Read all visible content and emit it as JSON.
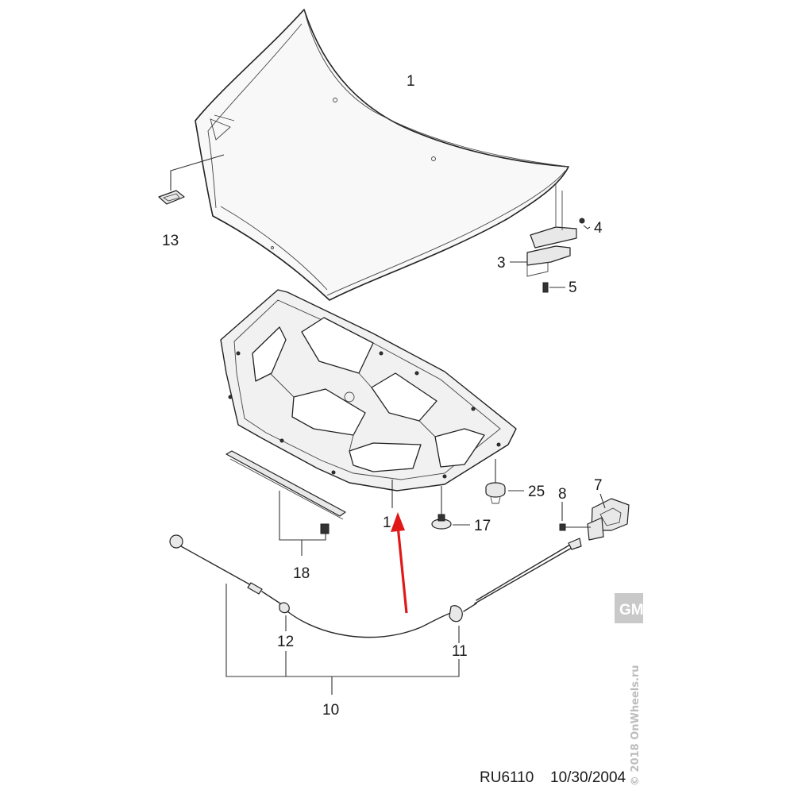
{
  "callouts": {
    "c1_hood": "1",
    "c1_insulator": "1",
    "c3": "3",
    "c4": "4",
    "c5": "5",
    "c7": "7",
    "c8": "8",
    "c10": "10",
    "c11": "11",
    "c12": "12",
    "c13": "13",
    "c17": "17",
    "c18": "18",
    "c25": "25"
  },
  "footer": {
    "code": "RU6110",
    "date": "10/30/2004"
  },
  "watermark": {
    "copyright": "© 2018 OnWheels.ru",
    "logo": "GM"
  },
  "colors": {
    "arrow": "#e01818",
    "logo_bg": "#c9c9c9",
    "line": "#2a2a2a"
  }
}
